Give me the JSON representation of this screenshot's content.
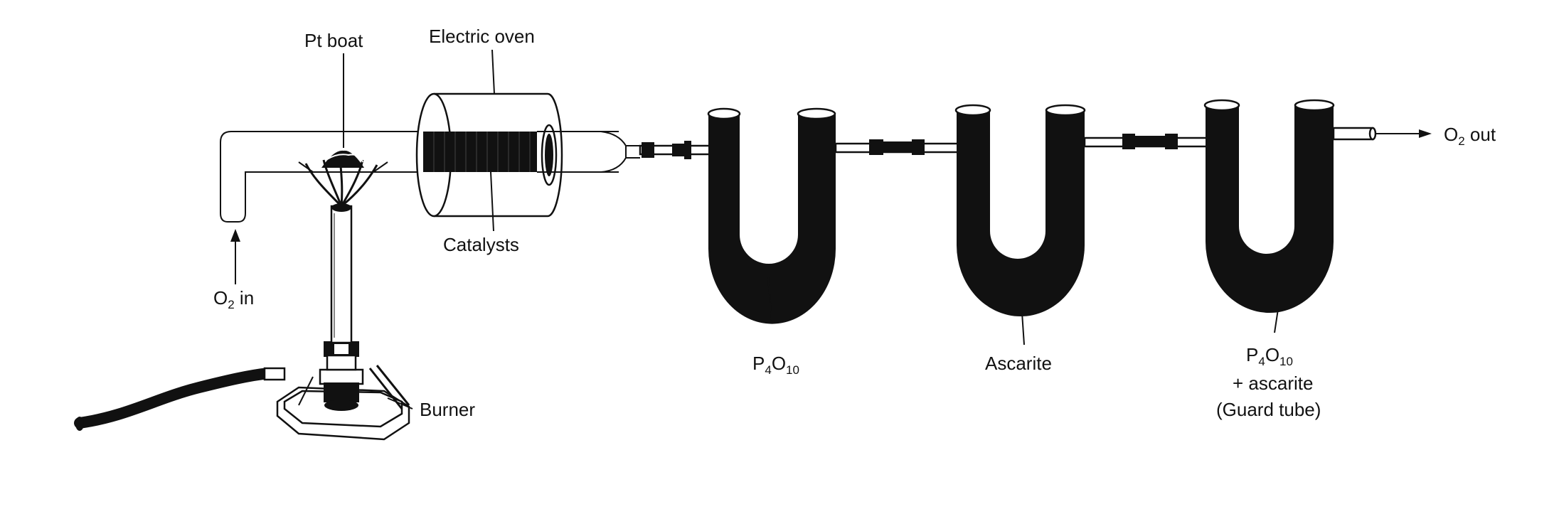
{
  "labels": {
    "pt_boat": "Pt boat",
    "electric_oven": "Electric oven",
    "catalysts": "Catalysts",
    "o2_in_main": "O",
    "o2_in_sub": "2",
    "o2_in_rest": " in",
    "burner": "Burner",
    "o2_out_main": "O",
    "o2_out_sub": "2",
    "o2_out_rest": " out",
    "tube1_main1": "P",
    "tube1_sub1": "4",
    "tube1_main2": "O",
    "tube1_sub2": "10",
    "tube2": "Ascarite",
    "tube3_main1": "P",
    "tube3_sub1": "4",
    "tube3_main2": "O",
    "tube3_sub2": "10",
    "tube3_line2": "+ ascarite",
    "tube3_line3": "(Guard tube)"
  }
}
